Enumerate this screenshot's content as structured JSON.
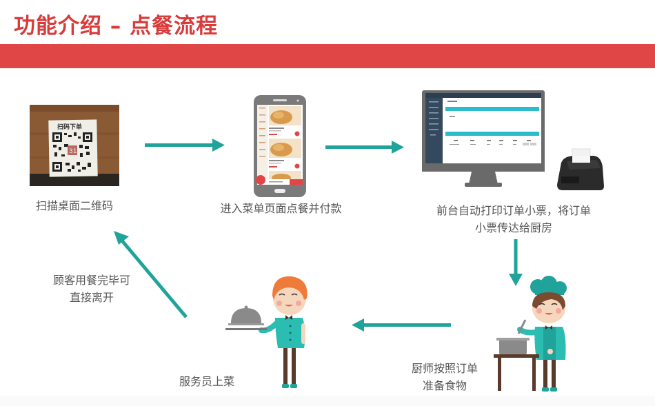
{
  "header": {
    "title": "功能介绍 – 点餐流程"
  },
  "colors": {
    "title_red": "#d93a3a",
    "band_red": "#e04646",
    "arrow_teal": "#1fa39a",
    "label_gray": "#555555",
    "screen_cyan": "#2bbccc"
  },
  "steps": [
    {
      "id": "scan",
      "label": "扫描桌面二维码",
      "image": "qr-code-table-photo",
      "qr_header": "扫码下单",
      "table_number": "31"
    },
    {
      "id": "menu",
      "label": "进入菜单页面点餐并付款",
      "image": "phone-menu-icon"
    },
    {
      "id": "print",
      "label_line1": "前台自动打印订单小票，将订单",
      "label_line2": "小票传达给厨房",
      "image": "monitor-and-receipt-printer"
    },
    {
      "id": "cook",
      "label_line1": "厨师按照订单",
      "label_line2": "准备食物",
      "image": "chef-icon"
    },
    {
      "id": "serve",
      "label": "服务员上菜",
      "image": "waiter-icon"
    },
    {
      "id": "leave",
      "label_line1": "顾客用餐完毕可",
      "label_line2": "直接离开"
    }
  ],
  "arrows": [
    {
      "from": "scan",
      "to": "menu",
      "direction": "right"
    },
    {
      "from": "menu",
      "to": "print",
      "direction": "right"
    },
    {
      "from": "print",
      "to": "cook",
      "direction": "down"
    },
    {
      "from": "cook",
      "to": "serve",
      "direction": "left"
    },
    {
      "from": "serve",
      "to": "scan",
      "direction": "up-left"
    }
  ]
}
